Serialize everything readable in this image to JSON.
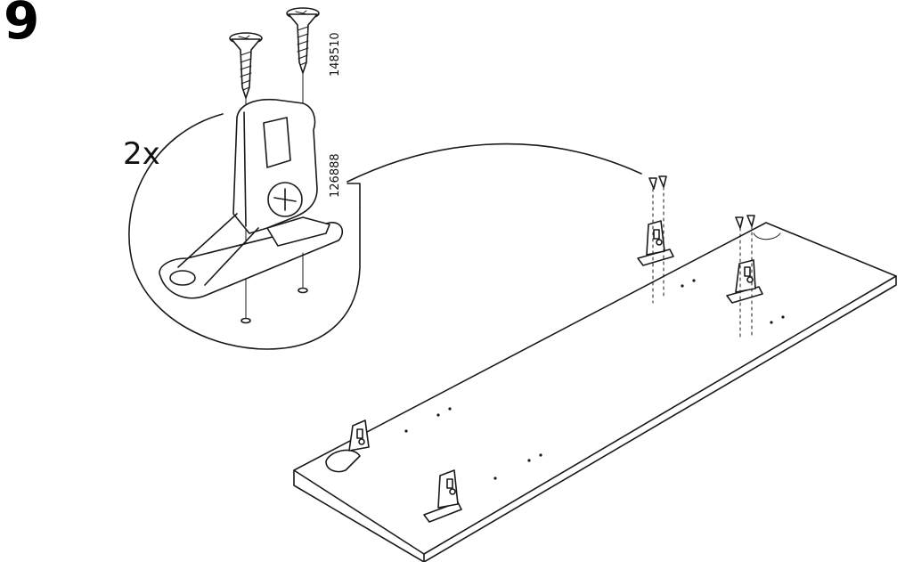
{
  "step": {
    "number": "9"
  },
  "callout": {
    "quantity": "2x"
  },
  "parts": [
    {
      "name": "screw",
      "code": "148510"
    },
    {
      "name": "bracket",
      "code": "126888"
    }
  ],
  "colors": {
    "ink": "#1a1a1a",
    "paper": "#ffffff"
  }
}
